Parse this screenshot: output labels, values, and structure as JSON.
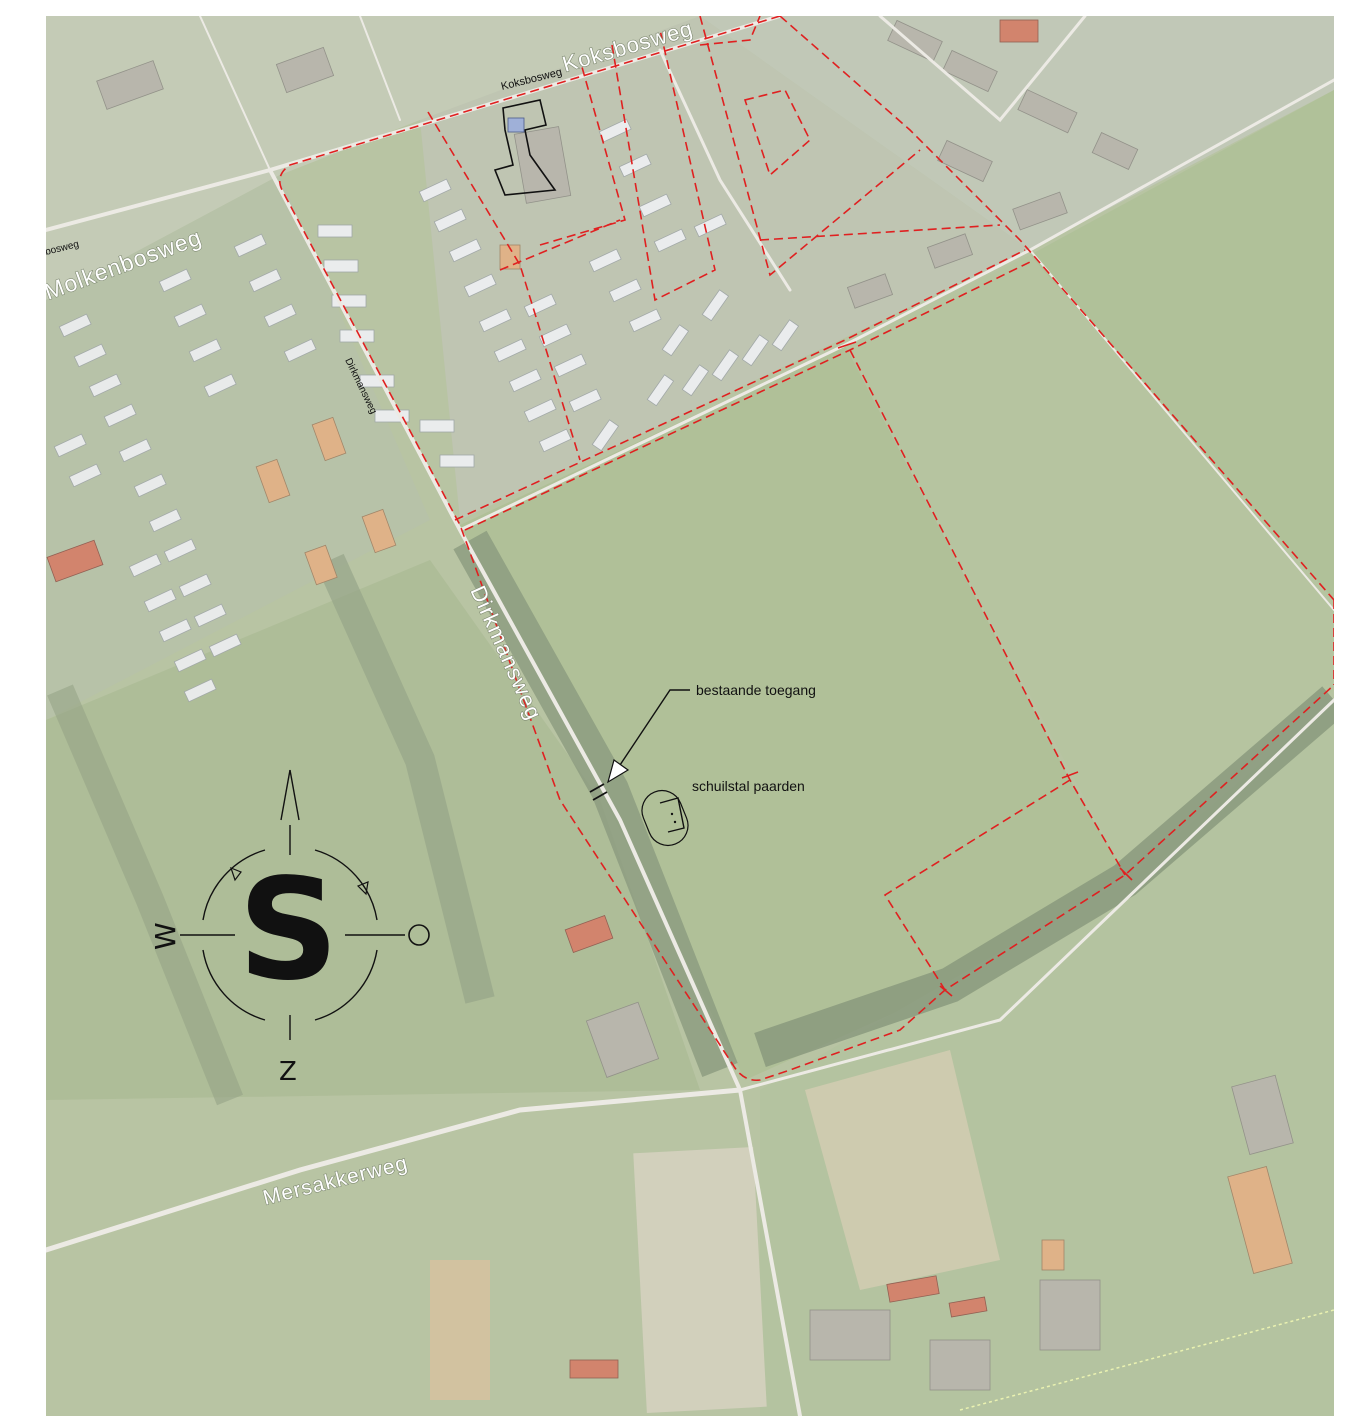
{
  "roads": {
    "koksbosweg_big": "Koksbosweg",
    "koksbosweg_small": "Koksbosweg",
    "molkenbosweg_big": "Molkenbosweg",
    "molkenbosweg_small": "bosweg",
    "dirkmansweg_big": "Dirkmansweg",
    "dirkmansweg_small": "Dirkmansweg",
    "mersakkerweg": "Mersakkerweg"
  },
  "annotations": {
    "toegang": "bestaande toegang",
    "schuilstal": "schuilstal paarden"
  },
  "compass": {
    "center_letter": "S",
    "west": "W",
    "east": "O",
    "south": "Z"
  },
  "colors": {
    "parcel_line": "#e02020",
    "road": "#e8e6df",
    "field": "#a7b98c",
    "trees": "#6f8260"
  }
}
